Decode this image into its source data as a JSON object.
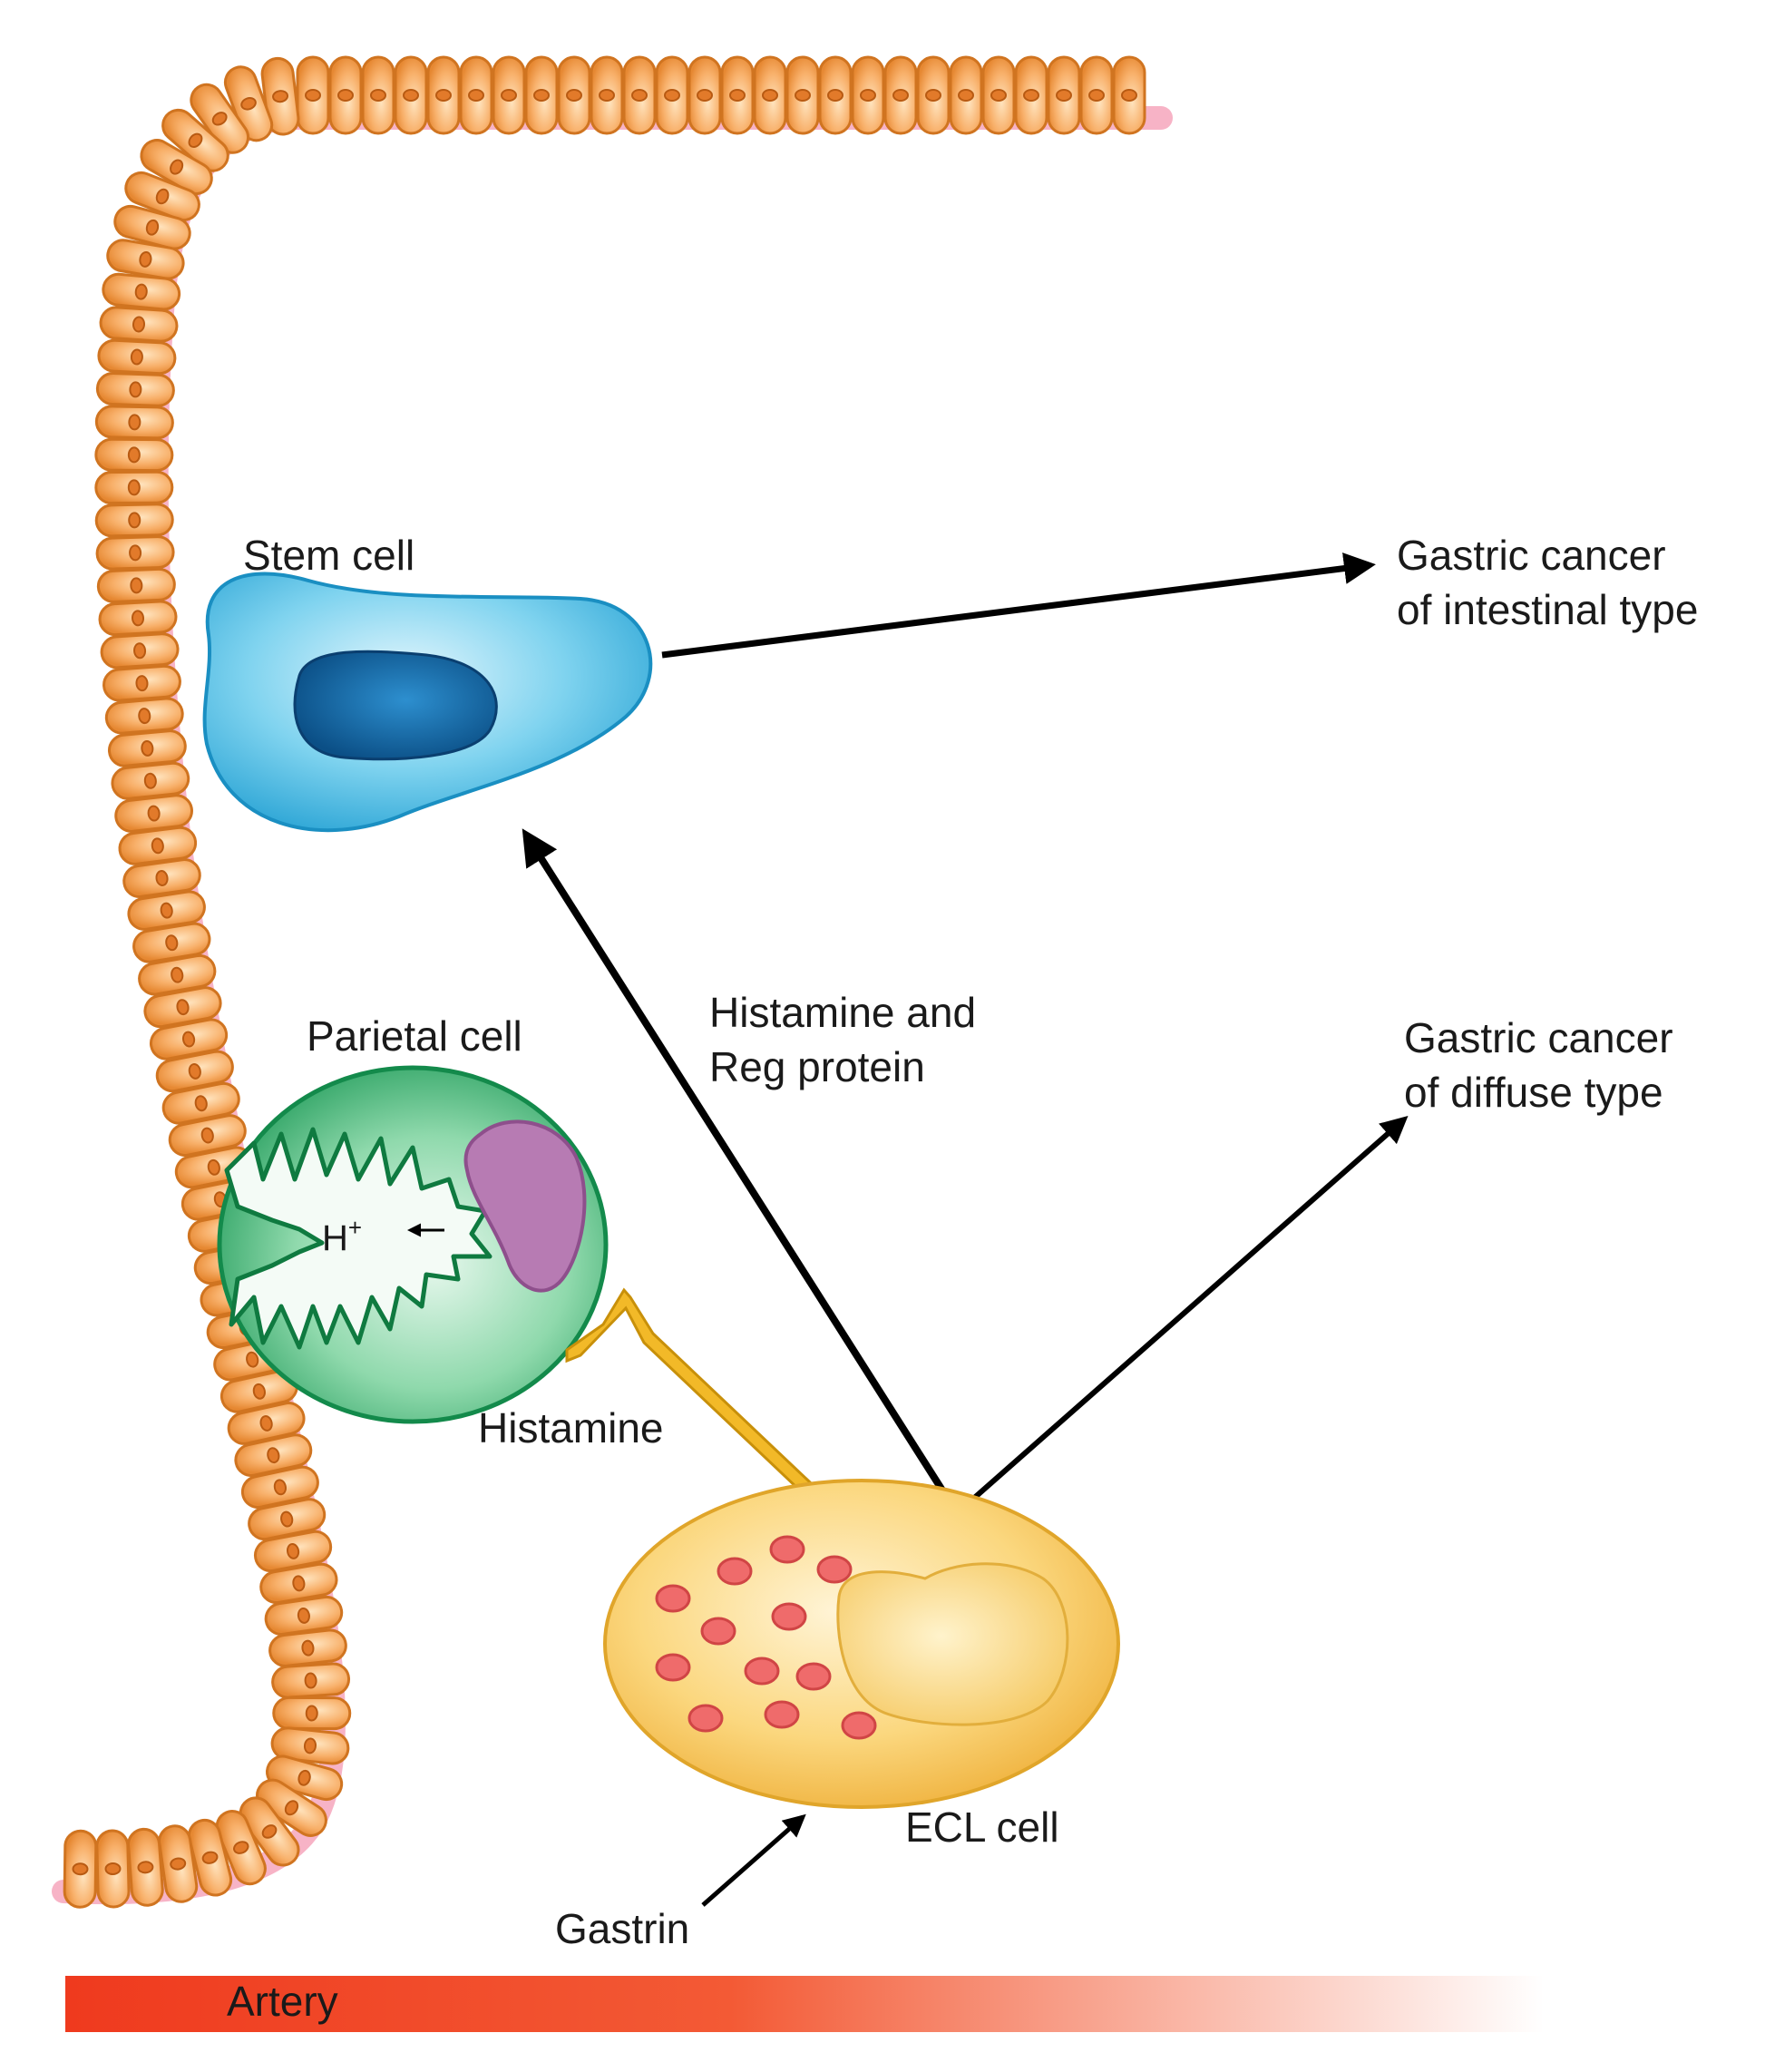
{
  "labels": {
    "stem_cell": "Stem cell",
    "gastric_intestinal_line1": "Gastric cancer",
    "gastric_intestinal_line2": "of intestinal type",
    "histamine_reg_line1": "Histamine and",
    "histamine_reg_line2": "Reg protein",
    "parietal_cell": "Parietal cell",
    "gastric_diffuse_line1": "Gastric cancer",
    "gastric_diffuse_line2": "of diffuse type",
    "h_plus": "H",
    "h_plus_sup": "+",
    "histamine": "Histamine",
    "ecl_cell": "ECL cell",
    "gastrin": "Gastrin",
    "artery": "Artery"
  },
  "colors": {
    "epithelium": "#f6a75a",
    "epithelium_nucleus": "#e27a2a",
    "basement": "#f7b3c6",
    "stem_cell": "#4cbfe3",
    "stem_nucleus": "#1479b8",
    "parietal_cell": "#2fb36f",
    "parietal_nucleus": "#b77bb3",
    "ecl_cell": "#f8c95c",
    "ecl_granule": "#ef6b6b",
    "histamine_process": "#f2b928",
    "artery": "#f0472a"
  }
}
